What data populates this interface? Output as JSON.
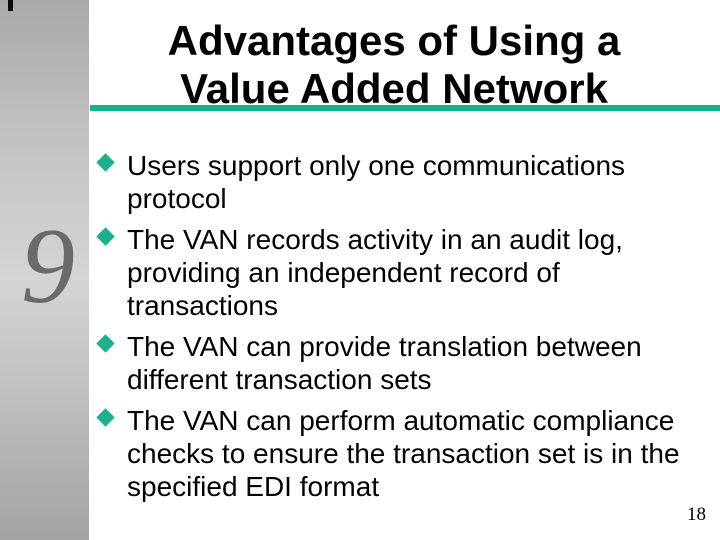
{
  "slide": {
    "sidebar": {
      "number": "9"
    },
    "title": {
      "line1": "Advantages of Using a",
      "line2": "Value Added Network"
    },
    "bullets": [
      "Users support only one communications protocol",
      "The VAN records activity in an audit log, providing an independent record of transactions",
      "The VAN can provide translation between different transaction sets",
      "The VAN can perform automatic compliance checks to ensure the transaction set is in the specified EDI format"
    ],
    "footer": {
      "page_number": "18"
    },
    "colors": {
      "accent_rule": "#12b391",
      "bullet_diamond": "#1cb08c",
      "sidebar_gray_top": "#a9a9a9",
      "sidebar_gray_mid": "#d4d4d4",
      "sidebar_gray_bottom": "#a3a3a3",
      "sidebar_number_gray": "#6a6a6a",
      "text_black": "#000000"
    }
  }
}
